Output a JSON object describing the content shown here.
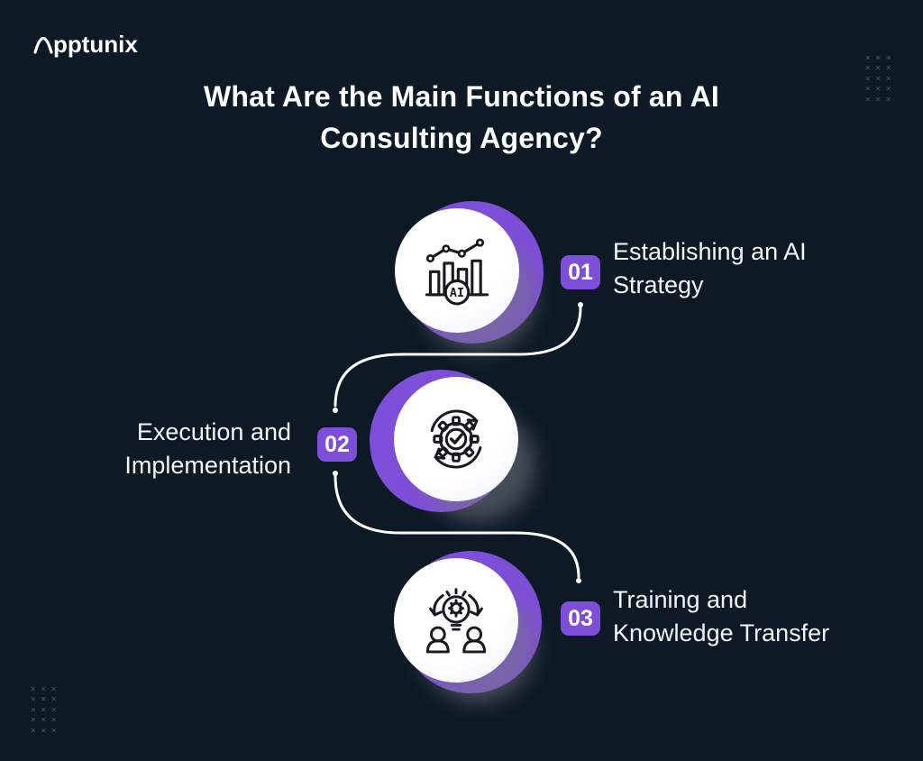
{
  "page": {
    "background": "#0d1a26",
    "accent_purple": "#7d4ed7",
    "line_color": "#ffffff"
  },
  "logo": {
    "text": "Apptunix",
    "arch_text": "pptunix"
  },
  "title": "What Are the Main Functions of an AI\nConsulting Agency?",
  "items": [
    {
      "number": "01",
      "label": "Establishing an AI\nStrategy",
      "icon": "ai-analytics-icon",
      "side": "right"
    },
    {
      "number": "02",
      "label": "Execution and\nImplementation",
      "icon": "gear-check-cycle-icon",
      "side": "left"
    },
    {
      "number": "03",
      "label": "Training and\nKnowledge Transfer",
      "icon": "knowledge-transfer-icon",
      "side": "right"
    }
  ],
  "icon_labels": {
    "ai_badge_text": "AI"
  },
  "decorations": {
    "glyph": "✕",
    "rows": 5,
    "cols": 3
  }
}
